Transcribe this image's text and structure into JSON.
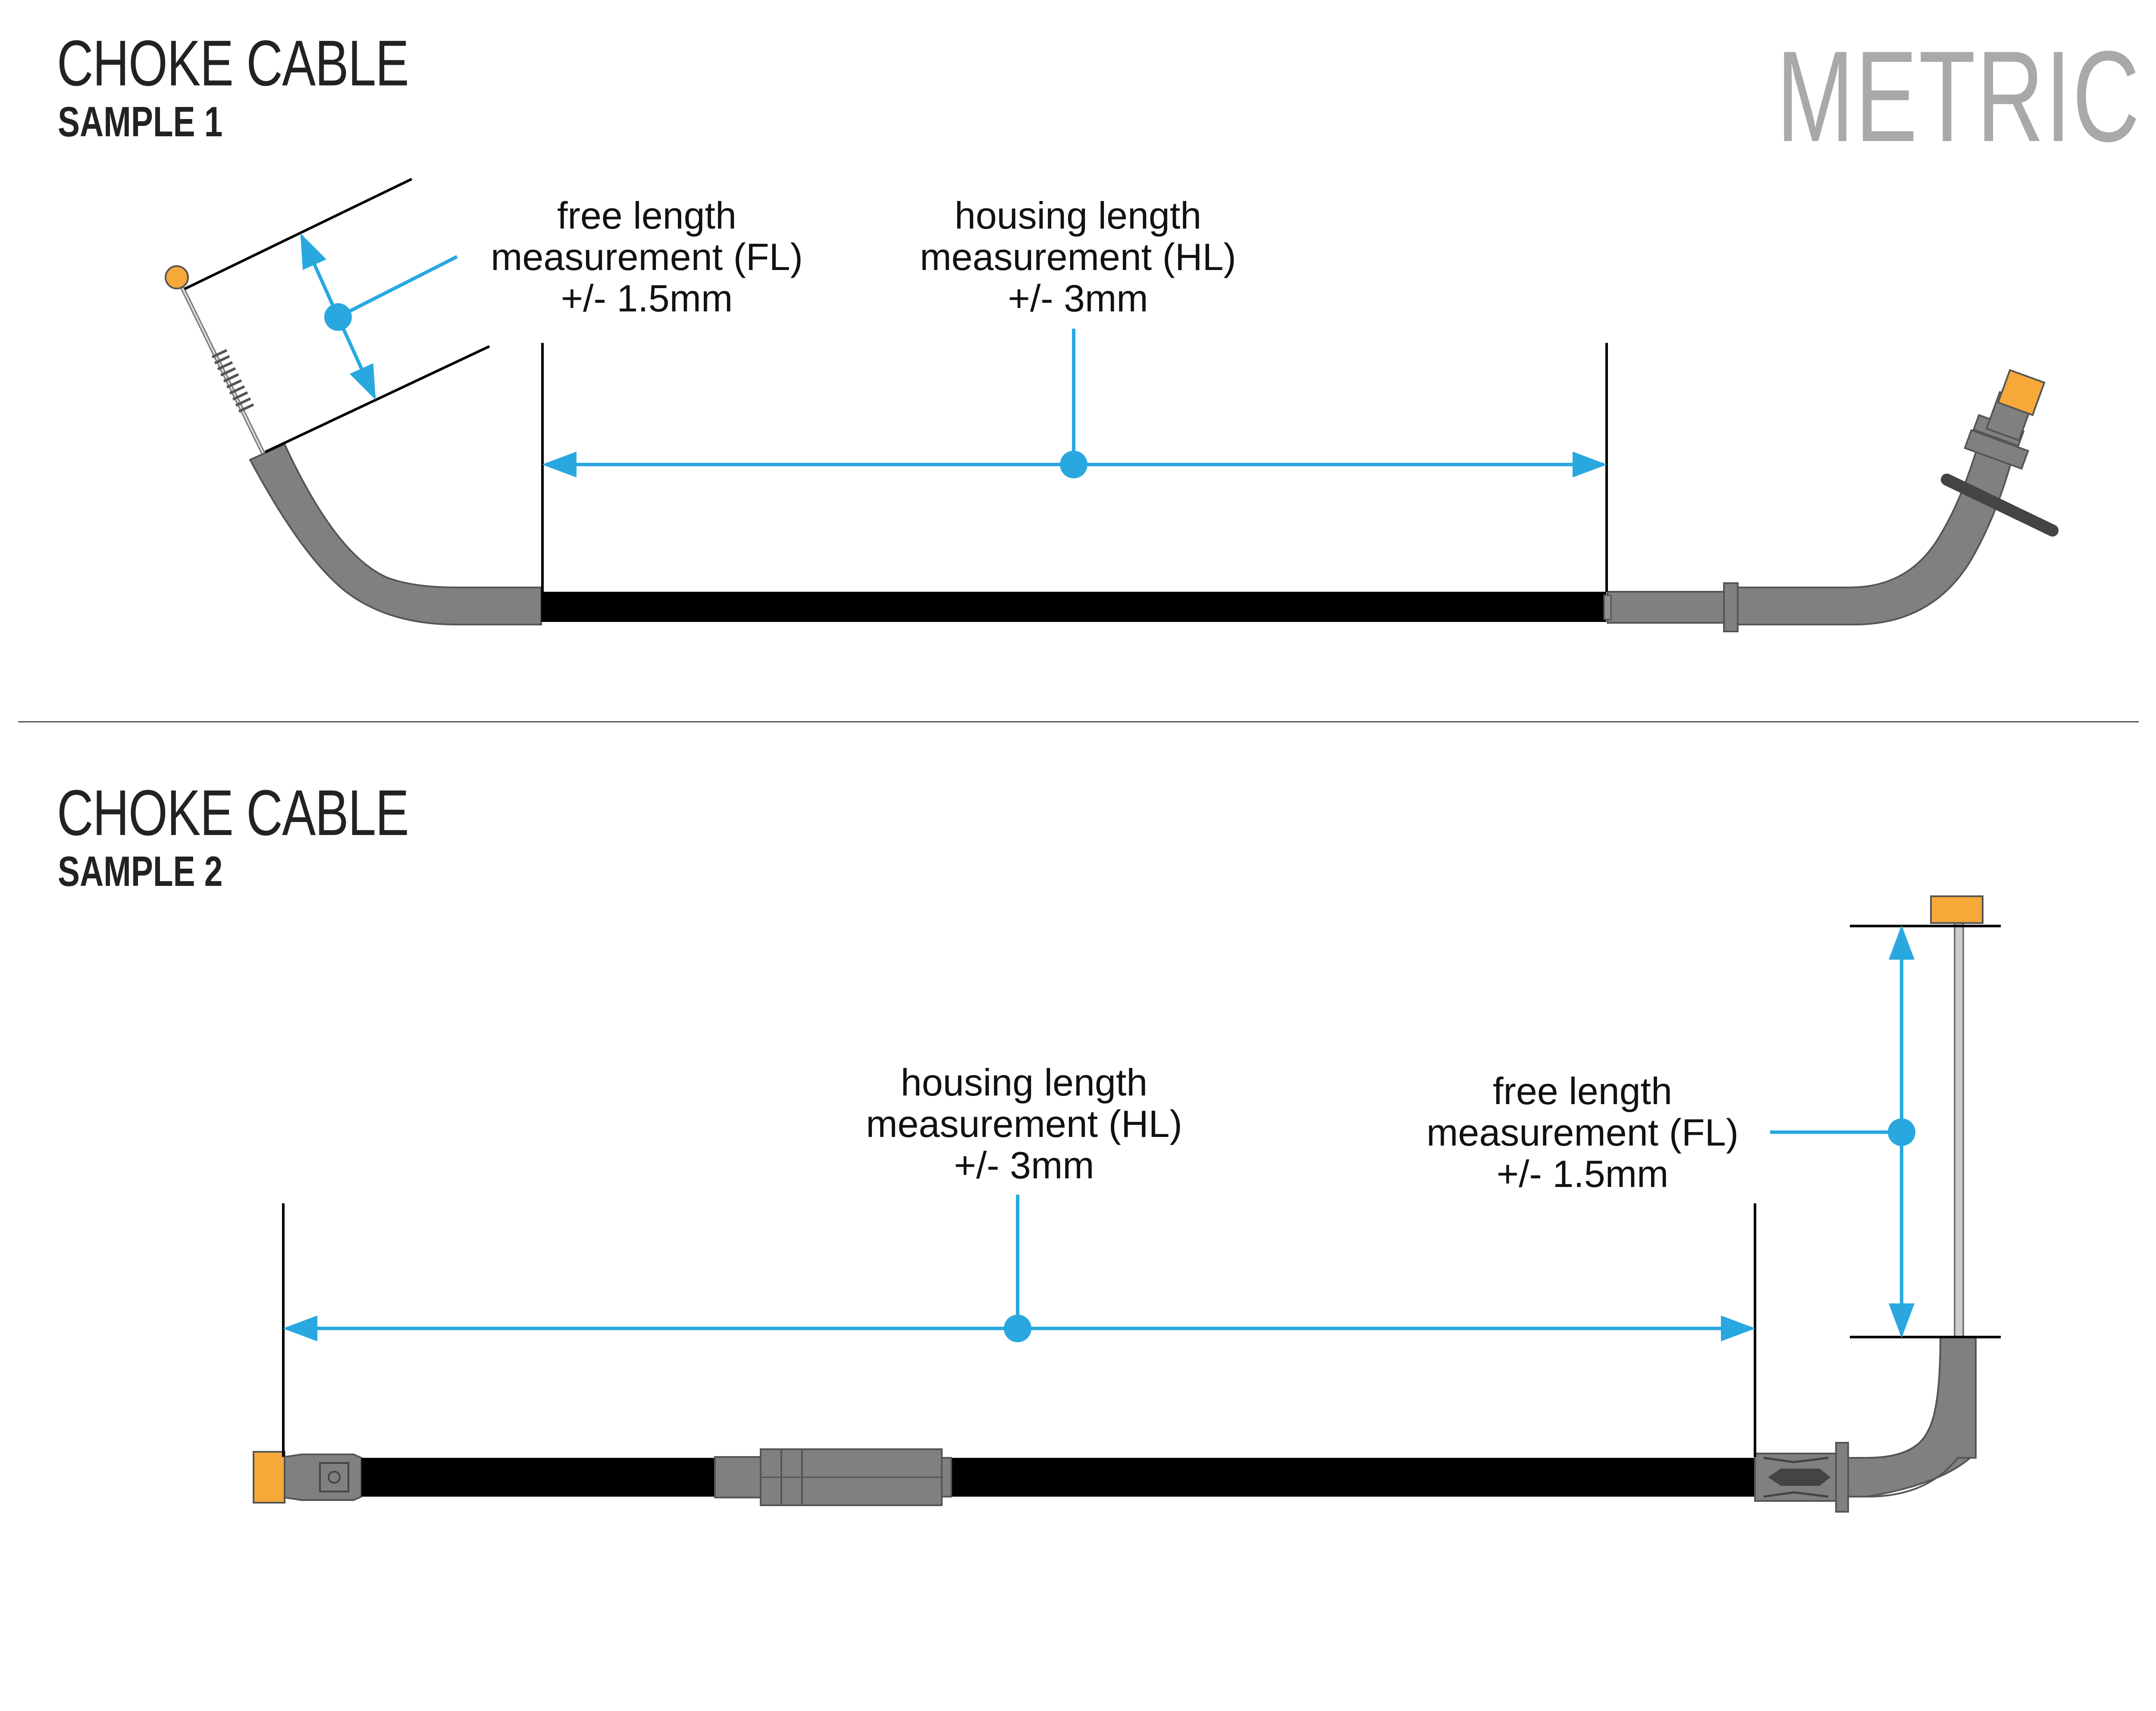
{
  "header": {
    "units": "METRIC"
  },
  "samples": [
    {
      "title": "CHOKE CABLE",
      "subtitle": "SAMPLE 1",
      "free_length": {
        "line1": "free length",
        "line2": "measurement (FL)",
        "line3": "+/- 1.5mm"
      },
      "housing_length": {
        "line1": "housing length",
        "line2": "measurement (HL)",
        "line3": "+/- 3mm"
      }
    },
    {
      "title": "CHOKE CABLE",
      "subtitle": "SAMPLE 2",
      "housing_length": {
        "line1": "housing length",
        "line2": "measurement (HL)",
        "line3": "+/- 3mm"
      },
      "free_length": {
        "line1": "free length",
        "line2": "measurement (FL)",
        "line3": "+/- 1.5mm"
      }
    }
  ],
  "colors": {
    "dimension": "#29a8e0",
    "housing": "#000000",
    "fitting": "#808080",
    "end_cap": "#f6a838",
    "text": "#222222",
    "units": "#a9a9a9"
  }
}
